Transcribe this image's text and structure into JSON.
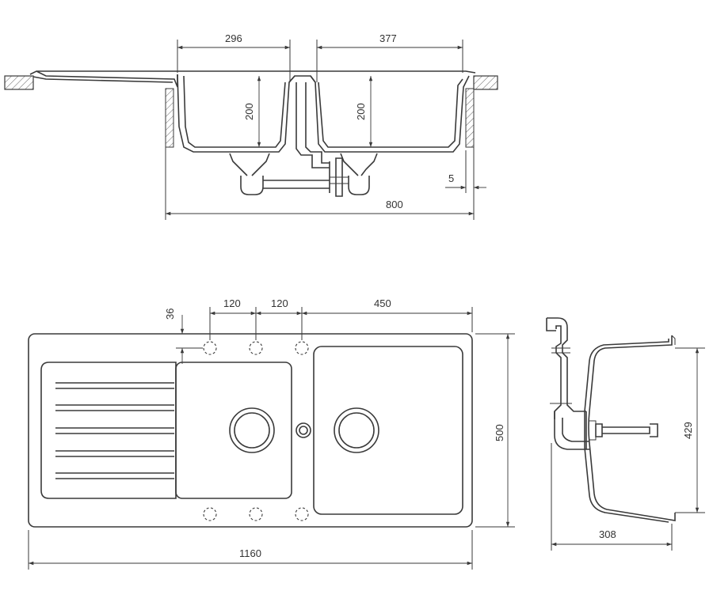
{
  "dimensions": {
    "bowl_large_width": "296",
    "bowl_small_width": "377",
    "depth_left": "200",
    "depth_right": "200",
    "overall_cabinet": "800",
    "side_gap": "5",
    "edge_offset": "36",
    "hole_spacing_1": "120",
    "hole_spacing_2": "120",
    "bowl_offset": "450",
    "overall_width": "1160",
    "overall_depth": "500",
    "side_depth": "429",
    "side_width": "308"
  },
  "colors": {
    "line": "#3a3a3a",
    "text": "#333333",
    "background": "#ffffff"
  }
}
